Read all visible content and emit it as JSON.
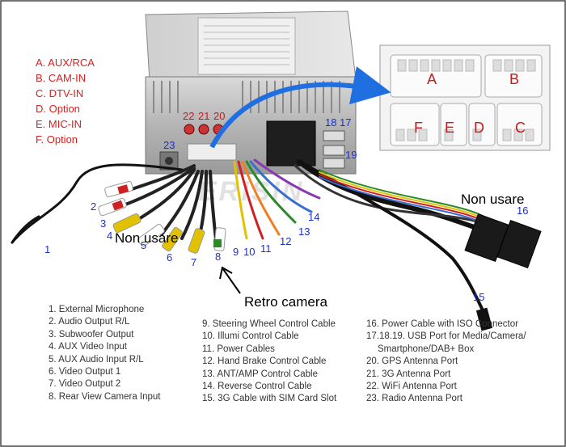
{
  "connector_legend": [
    "A. AUX/RCA",
    "B. CAM-IN",
    "C. DTV-IN",
    "D. Option",
    "E. MIC-IN",
    "F. Option"
  ],
  "connector_letters": {
    "top_row": [
      "A",
      "B"
    ],
    "bottom_row": [
      "F",
      "E",
      "D",
      "C"
    ]
  },
  "head_unit_port_numbers": [
    "22",
    "21",
    "20",
    "18",
    "17",
    "19",
    "23"
  ],
  "cable_numbers": [
    "1",
    "2",
    "3",
    "4",
    "5",
    "6",
    "7",
    "8",
    "9",
    "10",
    "11",
    "12",
    "13",
    "14",
    "15",
    "16"
  ],
  "watermark": "ERISIN",
  "annotations": {
    "non_usare_left": "Non usare",
    "non_usare_right": "Non usare",
    "retro_camera": "Retro camera"
  },
  "parts_list": {
    "column1": [
      "1. External Microphone",
      "2. Audio Output R/L",
      "3. Subwoofer Output",
      "4. AUX Video Input",
      "5. AUX Audio Input R/L",
      "6. Video Output 1",
      "7. Video Output 2",
      "8. Rear View Camera Input"
    ],
    "column2": [
      "9. Steering Wheel Control Cable",
      "10. Illumi Control Cable",
      "11. Power Cables",
      "12. Hand Brake Control Cable",
      "13. ANT/AMP Control Cable",
      "14. Reverse Control Cable",
      "15. 3G Cable with SIM Card Slot"
    ],
    "column3": [
      "16. Power Cable with ISO Connector",
      "17.18.19. USB Port for Media/Camera/",
      "Smartphone/DAB+ Box",
      "20. GPS Antenna Port",
      "21. 3G Antenna Port",
      "22. WiFi Antenna Port",
      "23. Radio Antenna Port"
    ]
  },
  "colors": {
    "legend_red": "#d81f1f",
    "number_blue": "#1b2fd6",
    "arrow_blue": "#1f6fe0",
    "list_text": "#333333"
  }
}
